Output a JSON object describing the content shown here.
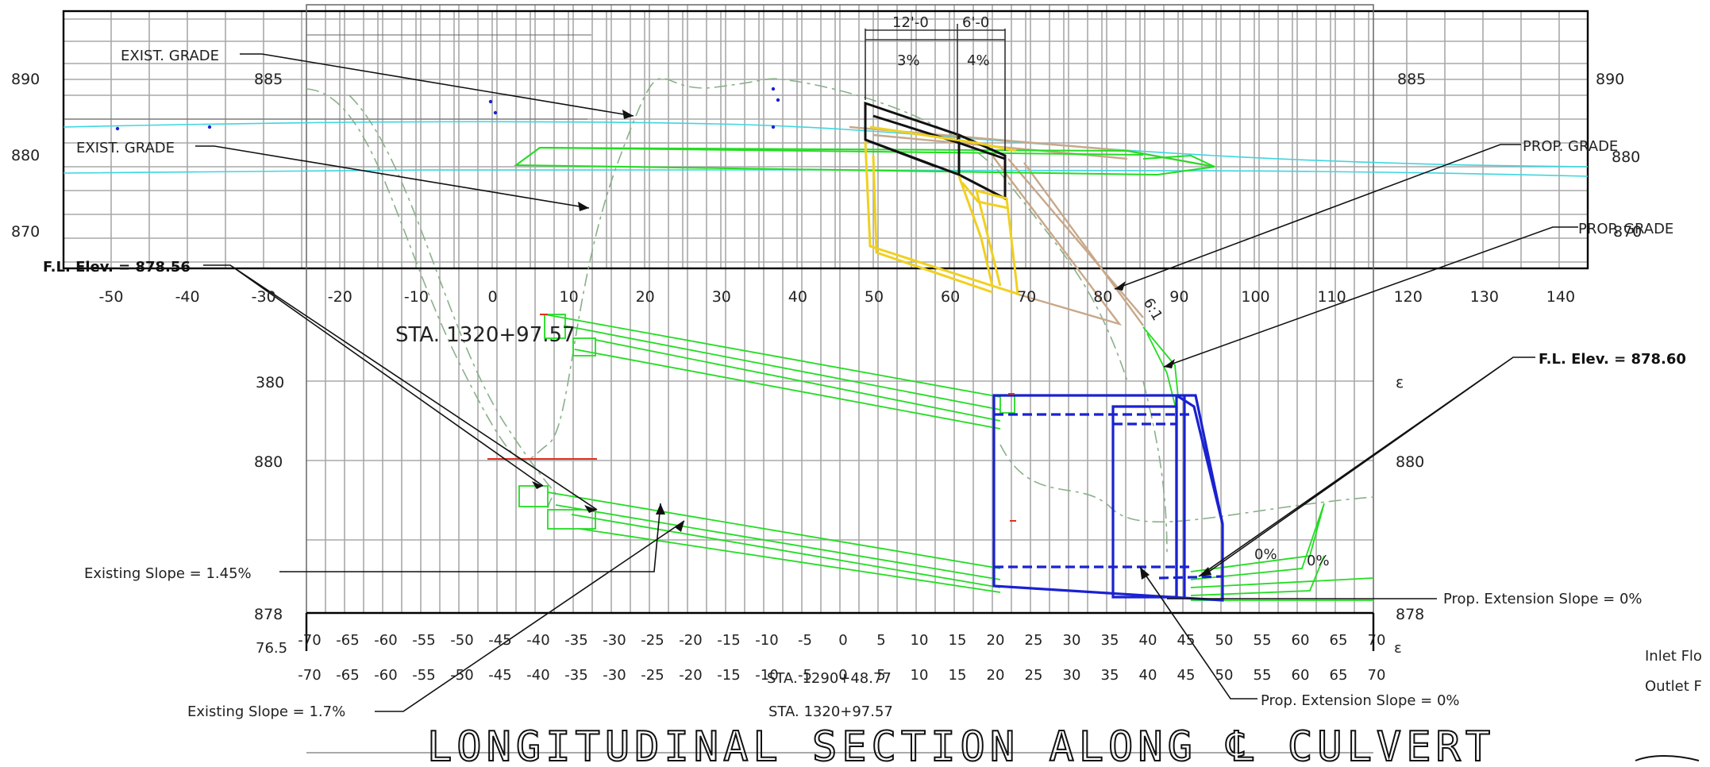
{
  "title": "LONGITUDINAL SECTION ALONG ℄ CULVERT",
  "labels": {
    "exist_grade_1": "EXIST. GRADE",
    "exist_grade_2": "EXIST. GRADE",
    "prop_grade_1": "PROP. GRADE",
    "prop_grade_2": "PROP. GRADE",
    "fl_elev_left": "F.L. Elev. = 878.56",
    "fl_elev_right": "F.L. Elev. = 878.60",
    "existing_slope_1": "Existing Slope = 1.45%",
    "existing_slope_2": "Existing Slope = 1.7%",
    "prop_ext_slope_1": "Prop. Extension Slope = 0%",
    "prop_ext_slope_2": "Prop. Extension Slope = 0%",
    "sta_upper": "STA. 1320+97.57",
    "sta_lower_1": "STA. 1290+48.77",
    "sta_lower_2": "STA. 1320+97.57",
    "inlet": "Inlet Flo",
    "outlet": "Outlet F",
    "slope_ratio": "6:1",
    "pct_3": "3%",
    "pct_4": "4%",
    "pct_0a": "0%",
    "pct_0b": "0%",
    "dim_12": "12'-0",
    "dim_6": "6'-0"
  },
  "upper_axis": {
    "x_ticks": [
      "-50",
      "-40",
      "-30",
      "-20",
      "-10",
      "0",
      "10",
      "20",
      "30",
      "40",
      "50",
      "60",
      "70",
      "80",
      "90",
      "100",
      "110",
      "120",
      "130",
      "140"
    ],
    "y_left_outer": [
      "890",
      "880",
      "870"
    ],
    "y_left_inner": [
      "885"
    ],
    "y_right_inner": [
      "885",
      "880",
      "870"
    ],
    "y_right_outer": [
      "890"
    ]
  },
  "lower_axis": {
    "x_ticks": [
      "-70",
      "-65",
      "-60",
      "-55",
      "-50",
      "-45",
      "-40",
      "-35",
      "-30",
      "-25",
      "-20",
      "-15",
      "-10",
      "-5",
      "0",
      "5",
      "10",
      "15",
      "20",
      "25",
      "30",
      "35",
      "40",
      "45",
      "50",
      "55",
      "60",
      "65",
      "70"
    ],
    "y_left": [
      "380",
      "880",
      "878"
    ],
    "y_right": [
      "ε",
      "880",
      "878"
    ],
    "corner_left": "76.5",
    "corner_right": "ε"
  },
  "colors": {
    "grid": "#a8a8a8",
    "frame": "#000000",
    "existing_grade": "#6aa06a",
    "proposed_green": "#22dd22",
    "culvert_blue": "#1a22d0",
    "culvert_black": "#111111",
    "culvert_yellow": "#f0d020",
    "grade_tan": "#c8a88a",
    "water_cyan": "#3fd6e0"
  }
}
